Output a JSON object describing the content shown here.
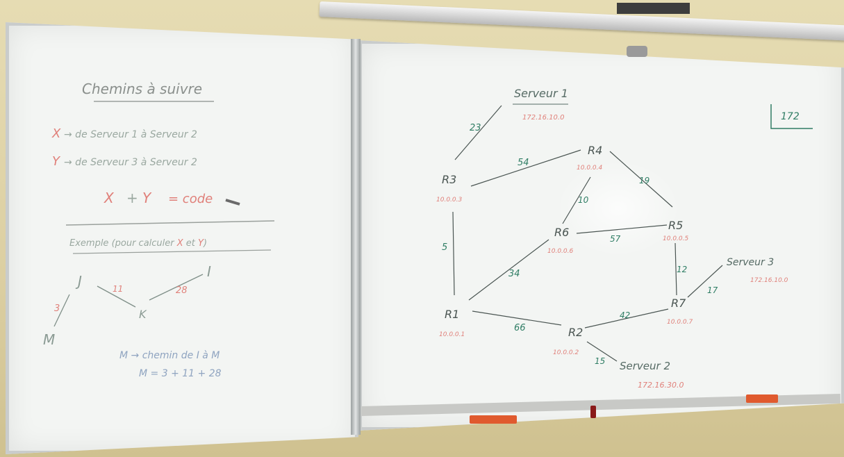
{
  "colors": {
    "green": "#2f7d64",
    "red": "#e0807a",
    "dark": "#4a6f68",
    "ink_blue": "#6c7f9a"
  },
  "left_board": {
    "title": "Chemins à suivre",
    "line_x": {
      "var": "X",
      "rest": "→ de Serveur 1 à Serveur 2"
    },
    "line_y": {
      "var": "Y",
      "rest": "→ de Serveur 3 à Serveur 2"
    },
    "formula": {
      "x": "X",
      "plus": "+",
      "y": "Y",
      "equals": "= code"
    },
    "example": {
      "a": "Exemple (pour calculer ",
      "x": "X",
      "et": " et ",
      "y": "Y",
      "close": ")"
    },
    "graph": {
      "nodes": [
        "J",
        "I",
        "K",
        "M"
      ],
      "weights": [
        "3",
        "11",
        "28"
      ]
    },
    "note1": "M → chemin de I à M",
    "note2": "M = 3 + 11 + 28"
  },
  "right_board": {
    "corner": "172",
    "servers": [
      {
        "name": "Serveur 1",
        "ip": "172.16.10.0"
      },
      {
        "name": "Serveur 2",
        "ip": "172.16.30.0"
      },
      {
        "name": "Serveur 3",
        "ip": "172.16.10.0"
      }
    ],
    "routers": [
      {
        "name": "R3",
        "ip": "10.0.0.3"
      },
      {
        "name": "R4",
        "ip": "10.0.0.4"
      },
      {
        "name": "R6",
        "ip": "10.0.0.6"
      },
      {
        "name": "R5",
        "ip": "10.0.0.5"
      },
      {
        "name": "R1",
        "ip": "10.0.0.1"
      },
      {
        "name": "R2",
        "ip": "10.0.0.2"
      },
      {
        "name": "R7",
        "ip": "10.0.0.7"
      }
    ],
    "links": [
      {
        "label": "23"
      },
      {
        "label": "54"
      },
      {
        "label": "19"
      },
      {
        "label": "10"
      },
      {
        "label": "57"
      },
      {
        "label": "5"
      },
      {
        "label": "34"
      },
      {
        "label": "12"
      },
      {
        "label": "17"
      },
      {
        "label": "66"
      },
      {
        "label": "42"
      },
      {
        "label": "15"
      }
    ]
  }
}
